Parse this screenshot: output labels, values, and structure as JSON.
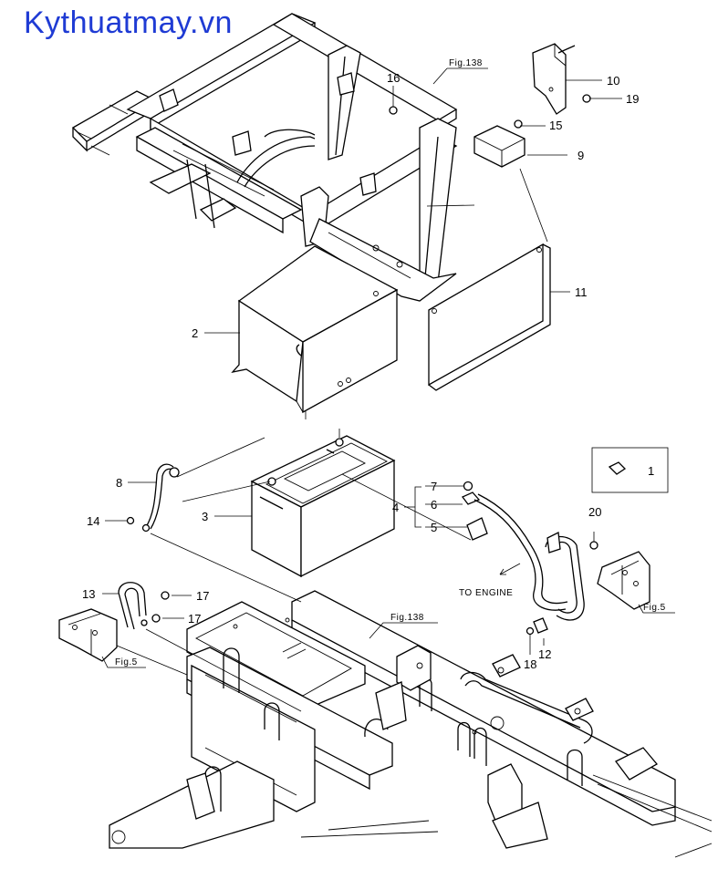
{
  "brand": {
    "text": "Kythuatmay.vn",
    "color": "#1f3bd4"
  },
  "callouts": {
    "c1": "1",
    "c2": "2",
    "c3": "3",
    "c4": "4",
    "c5": "5",
    "c6": "6",
    "c7": "7",
    "c8": "8",
    "c9": "9",
    "c10": "10",
    "c11": "11",
    "c12": "12",
    "c13": "13",
    "c14": "14",
    "c15": "15",
    "c16": "16",
    "c17a": "17",
    "c17b": "17",
    "c18": "18",
    "c19": "19",
    "c20": "20"
  },
  "figrefs": {
    "fig138_top": "Fig.138",
    "fig138_bottom": "Fig.138",
    "fig5_left": "Fig.5",
    "fig5_right": "Fig.5"
  },
  "notes": {
    "to_engine": "TO ENGINE"
  }
}
